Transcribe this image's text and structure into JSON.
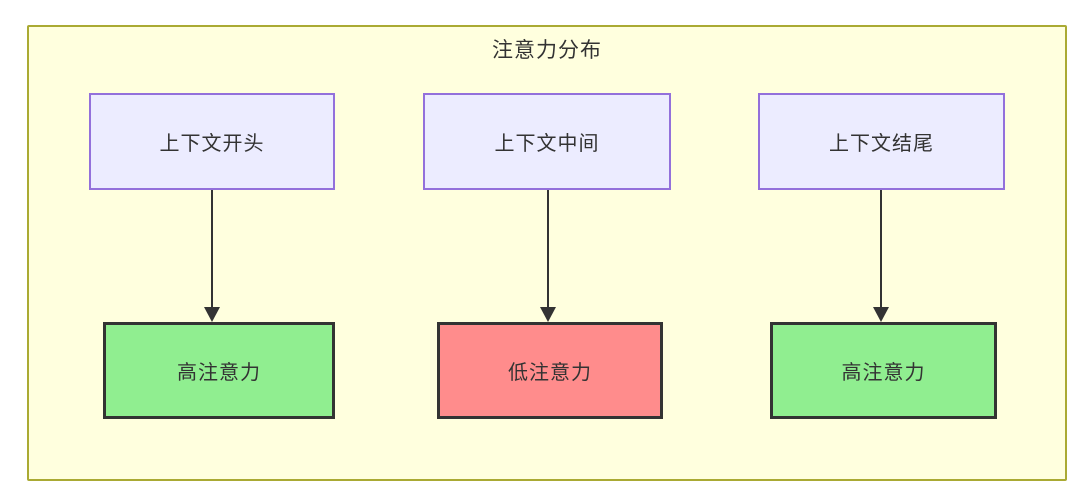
{
  "diagram": {
    "title": "注意力分布",
    "colors": {
      "container_fill": "#ffffde",
      "container_border": "#aaaa33",
      "source_fill": "#ECECFF",
      "source_border": "#9370DB",
      "high_attention_fill": "#90EE90",
      "low_attention_fill": "#ff8c8c",
      "result_border": "#333333",
      "arrow": "#333333",
      "text": "#333333"
    },
    "columns": [
      {
        "source_label": "上下文开头",
        "result_label": "高注意力",
        "level": "high"
      },
      {
        "source_label": "上下文中间",
        "result_label": "低注意力",
        "level": "low"
      },
      {
        "source_label": "上下文结尾",
        "result_label": "高注意力",
        "level": "high"
      }
    ]
  }
}
